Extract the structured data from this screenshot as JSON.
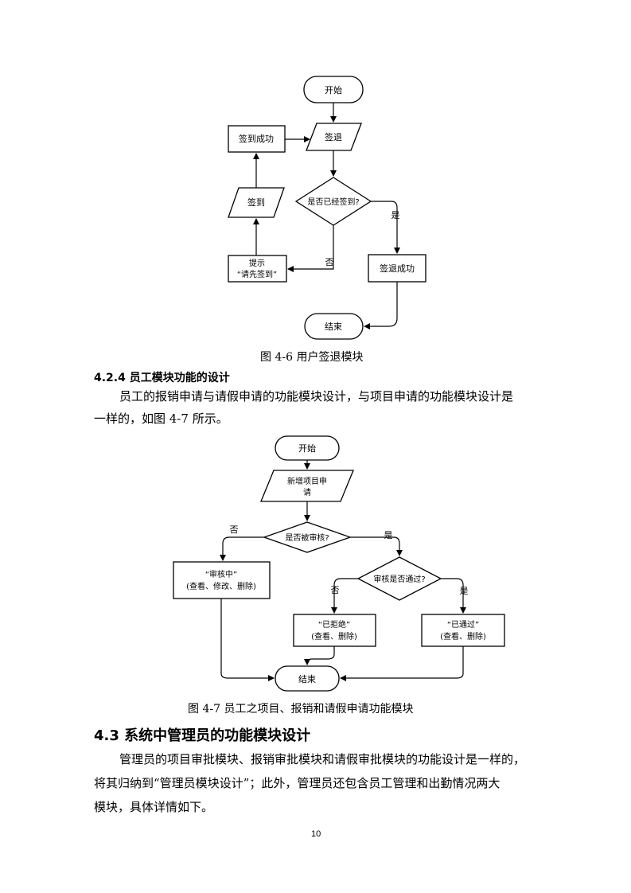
{
  "figure1": {
    "caption": "图 4-6 用户签退模块",
    "nodes": {
      "start": "开始",
      "signout": "签退",
      "signin_success": "签到成功",
      "decision": "是否已经签到?",
      "signin": "签到",
      "prompt_line1": "提示",
      "prompt_line2": "“请先签到”",
      "signout_success": "签退成功",
      "end": "结束"
    },
    "edge_labels": {
      "yes": "是",
      "no": "否"
    }
  },
  "section_424": {
    "heading": "4.2.4 员工模块功能的设计",
    "para_line1": "员工的报销申请与请假申请的功能模块设计，与项目申请的功能模块设计是",
    "para_line2": "一样的，如图 4-7 所示。"
  },
  "figure2": {
    "caption": "图 4-7 员工之项目、报销和请假申请功能模块",
    "nodes": {
      "start": "开始",
      "new_line1": "新增项目申",
      "new_line2": "请",
      "decision1": "是否被审核?",
      "pending_line1": "“审核中”",
      "pending_line2": "(查看、修改、删除)",
      "decision2": "审核是否通过?",
      "rejected_line1": "“已拒绝”",
      "rejected_line2": "(查看、删除)",
      "approved_line1": "“已通过”",
      "approved_line2": "(查看、删除)",
      "end": "结束"
    },
    "edge_labels": {
      "yes": "是",
      "no": "否"
    }
  },
  "section_43": {
    "heading": "4.3 系统中管理员的功能模块设计",
    "para_line1": "管理员的项目审批模块、报销审批模块和请假审批模块的功能设计是一样的，",
    "para_line2": "将其归纳到“管理员模块设计”；此外，管理员还包含员工管理和出勤情况两大",
    "para_line3": "模块，具体详情如下。"
  },
  "page_number": "10"
}
